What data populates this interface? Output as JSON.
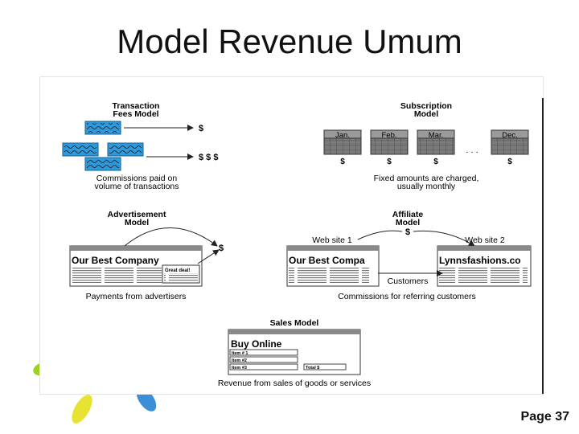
{
  "slide": {
    "title": "Model Revenue Umum",
    "page_label": "Page 37"
  },
  "transaction": {
    "title_line1": "Transaction",
    "title_line2": "Fees Model",
    "symbol_single": "$",
    "symbol_triple": "$ $ $",
    "caption_line1": "Commissions paid on",
    "caption_line2": "volume of transactions"
  },
  "subscription": {
    "title_line1": "Subscription",
    "title_line2": "Model",
    "months": [
      {
        "label": "Jan.",
        "symbol": "$"
      },
      {
        "label": "Feb.",
        "symbol": "$"
      },
      {
        "label": "Mar.",
        "symbol": "$"
      },
      {
        "label": "Dec.",
        "symbol": "$"
      }
    ],
    "ellipsis": ". . .",
    "caption_line1": "Fixed amounts are charged,",
    "caption_line2": "usually monthly"
  },
  "advertisement": {
    "title_line1": "Advertisement",
    "title_line2": "Model",
    "page_heading": "Our Best Company",
    "ad_heading": "Great deal!",
    "symbol": "$",
    "caption": "Payments from advertisers"
  },
  "affiliate": {
    "title_line1": "Affiliate",
    "title_line2": "Model",
    "symbol": "$",
    "site1_label": "Web site 1",
    "site2_label": "Web site 2",
    "site1_heading": "Our Best Compa",
    "site2_heading": "Lynnsfashions.co",
    "customers_label": "Customers",
    "caption": "Commissions for referring customers"
  },
  "sales": {
    "title": "Sales Model",
    "page_heading": "Buy Online",
    "items": [
      "Item # 1",
      "Item #2",
      "Item #3"
    ],
    "total_label": "Total $",
    "caption": "Revenue from sales of goods or services"
  },
  "colors": {
    "wave_box": "#2b9be0",
    "calendar": "#7a7a7a",
    "title_text": "#111111"
  }
}
